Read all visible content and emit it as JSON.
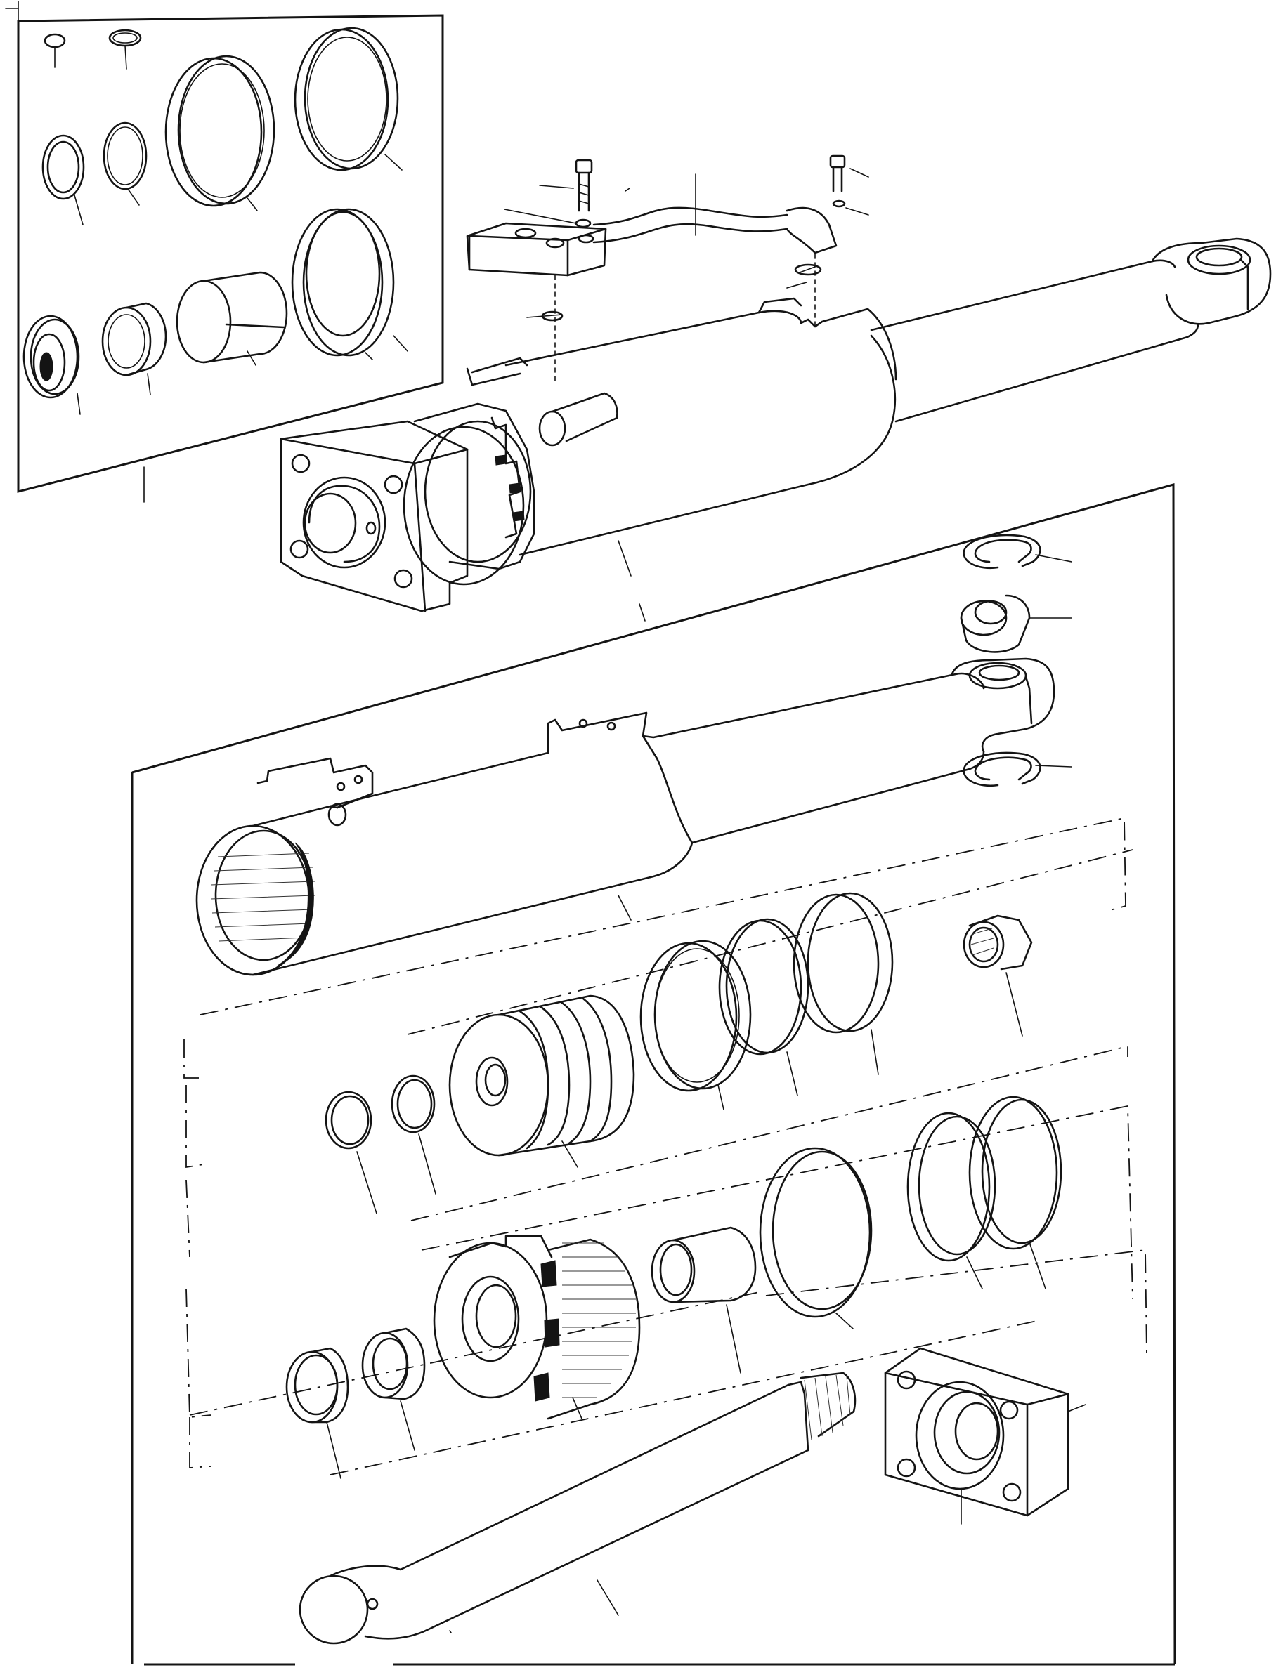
{
  "figure": {
    "type": "exploded-parts-diagram",
    "subject": "hydraulic-cylinder",
    "printed_text": [],
    "line_color": "#141414",
    "background": "#ffffff"
  },
  "groups": [
    {
      "id": "seal-kit",
      "parts": [
        "o-ring-small-1",
        "o-ring-small-2",
        "backup-ring",
        "o-ring",
        "wear-ring",
        "rod-seal",
        "wiper-seal",
        "bushing",
        "guide-ring",
        "bearing-sleeve",
        "scraper",
        "seal-ring"
      ]
    },
    {
      "id": "cylinder-assembly",
      "parts": [
        "flange-block",
        "hydraulic-tube",
        "screw",
        "o-ring",
        "end-eye",
        "cylinder-barrel",
        "gland"
      ]
    },
    {
      "id": "exploded-assembly",
      "parts": [
        "snap-ring",
        "spherical-bearing",
        "snap-ring",
        "cylinder-barrel",
        "piston",
        "piston-seals",
        "bushing",
        "gland",
        "rod-seals",
        "piston-rod",
        "end-flange"
      ]
    }
  ]
}
